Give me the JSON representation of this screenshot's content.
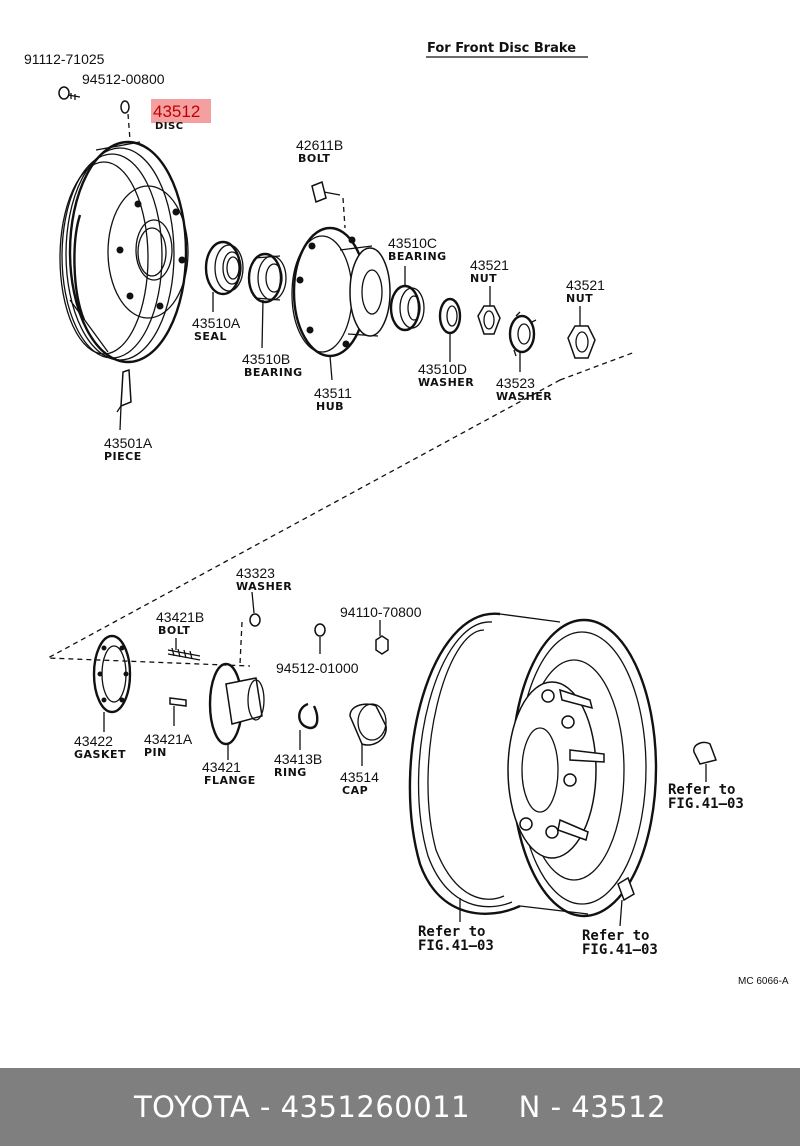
{
  "header": {
    "title": "For Front Disc Brake"
  },
  "highlight_color": "#f4a0a0",
  "parts": {
    "p91112_71025": {
      "number": "91112-71025"
    },
    "p94512_00800": {
      "number": "94512-00800"
    },
    "p43512": {
      "number": "43512",
      "name": "DISC"
    },
    "p42611B": {
      "number": "42611B",
      "name": "BOLT"
    },
    "p43510C": {
      "number": "43510C",
      "name": "BEARING"
    },
    "p43521a": {
      "number": "43521",
      "name": "NUT"
    },
    "p43521b": {
      "number": "43521",
      "name": "NUT"
    },
    "p43510A": {
      "number": "43510A",
      "name": "SEAL"
    },
    "p43510B": {
      "number": "43510B",
      "name": "BEARING"
    },
    "p43511": {
      "number": "43511",
      "name": "HUB"
    },
    "p43510D": {
      "number": "43510D",
      "name": "WASHER"
    },
    "p43523": {
      "number": "43523",
      "name": "WASHER"
    },
    "p43501A": {
      "number": "43501A",
      "name": "PIECE"
    },
    "p43323": {
      "number": "43323",
      "name": "WASHER"
    },
    "p43421B": {
      "number": "43421B",
      "name": "BOLT"
    },
    "p94110_70800": {
      "number": "94110-70800"
    },
    "p94512_01000": {
      "number": "94512-01000"
    },
    "p43422": {
      "number": "43422",
      "name": "GASKET"
    },
    "p43421A": {
      "number": "43421A",
      "name": "PIN"
    },
    "p43421": {
      "number": "43421",
      "name": "FLANGE"
    },
    "p43413B": {
      "number": "43413B",
      "name": "RING"
    },
    "p43514": {
      "number": "43514",
      "name": "CAP"
    }
  },
  "refs": {
    "r1": {
      "line1": "Refer to",
      "line2": "FIG.41—03"
    },
    "r2": {
      "line1": "Refer to",
      "line2": "FIG.41—03"
    },
    "r3": {
      "line1": "Refer to",
      "line2": "FIG.41—03"
    }
  },
  "diagram_code": "MC 6066-A",
  "footer": {
    "text": "TOYOTA - 4351260011     N - 43512"
  }
}
